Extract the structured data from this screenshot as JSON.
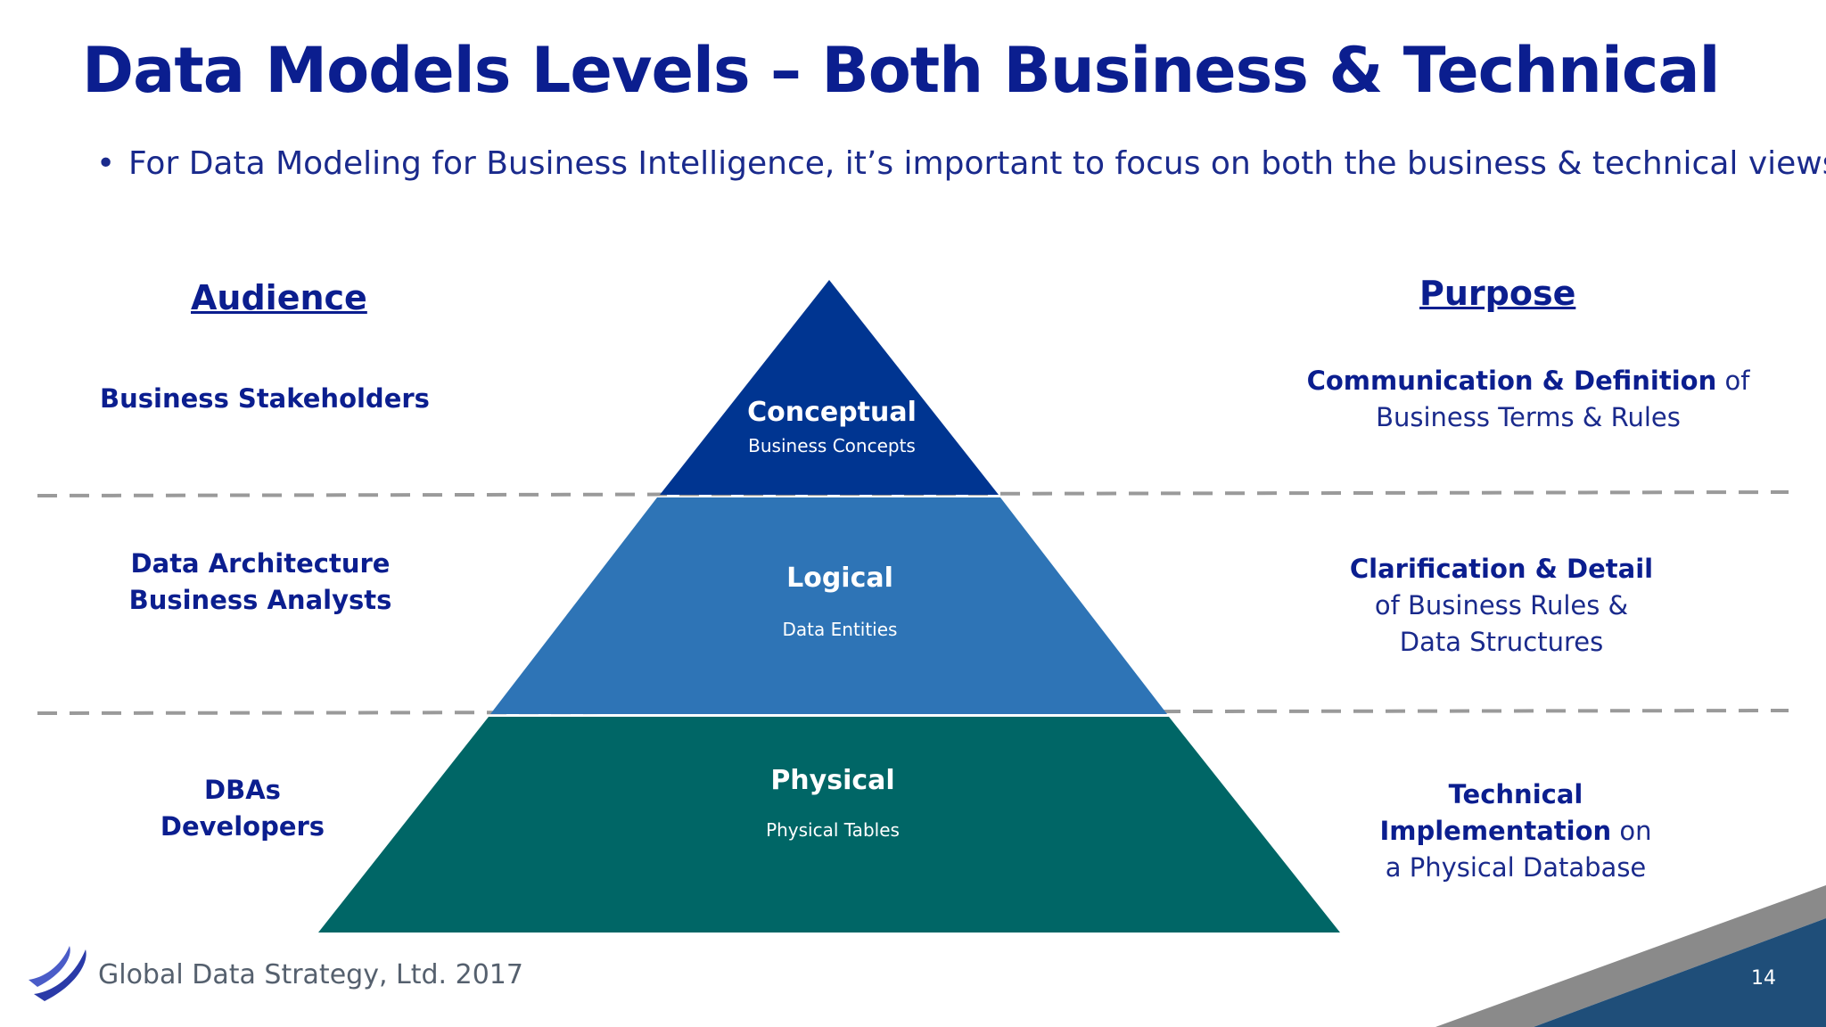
{
  "title": "Data Models Levels – Both Business & Technical",
  "bullet": "For Data Modeling for Business Intelligence, it’s important to focus on both the business & technical views.",
  "audience_header": "Audience",
  "purpose_header": "Purpose",
  "levels": [
    {
      "name": "Conceptual",
      "subtitle": "Business Concepts",
      "color": "#003591",
      "audience": [
        "Business Stakeholders"
      ],
      "purpose": {
        "bold": "Communication & Definition",
        "rest_inline": " of",
        "lines": [
          "Business Terms & Rules"
        ]
      }
    },
    {
      "name": "Logical",
      "subtitle": "Data Entities",
      "color": "#2e74b6",
      "audience": [
        "Data Architecture",
        "Business Analysts"
      ],
      "purpose": {
        "bold": "Clarification & Detail",
        "rest_inline": "",
        "lines": [
          "of Business Rules &",
          "Data Structures"
        ]
      }
    },
    {
      "name": "Physical",
      "subtitle": "Physical Tables",
      "color": "#006666",
      "audience": [
        "DBAs",
        "Developers"
      ],
      "purpose": {
        "bold_lines": [
          "Technical",
          "Implementation"
        ],
        "rest_inline": " on",
        "lines": [
          "a Physical Database"
        ]
      }
    }
  ],
  "footer": "Global Data Strategy, Ltd. 2017",
  "page_number": "14",
  "colors": {
    "title": "#0b1e8f",
    "dashed_line": "#9a9a9a",
    "corner_grey": "#8a8a8a",
    "corner_blue": "#1f4e79"
  }
}
